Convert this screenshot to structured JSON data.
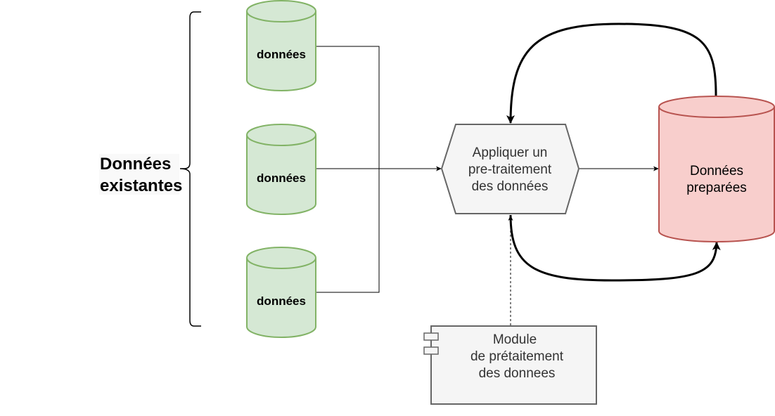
{
  "group_label": {
    "line1": "Données",
    "line2": "existantes"
  },
  "sources": [
    {
      "label": "données"
    },
    {
      "label": "données"
    },
    {
      "label": "données"
    }
  ],
  "process": {
    "line1": "Appliquer un",
    "line2": "pre-traitement",
    "line3": "des données"
  },
  "output": {
    "line1": "Données",
    "line2": "preparées"
  },
  "module": {
    "line1": "Module",
    "line2": "de prétaitement",
    "line3": "des donnees"
  },
  "colors": {
    "source_fill": "#d5e8d4",
    "source_stroke": "#82b366",
    "output_fill": "#f8cecc",
    "output_stroke": "#b85450",
    "process_fill": "#f5f5f5",
    "process_stroke": "#666666"
  }
}
